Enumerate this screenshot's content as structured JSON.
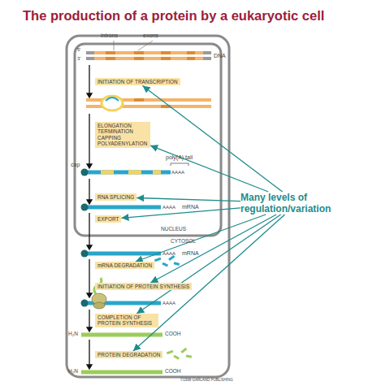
{
  "diagram": {
    "title": "The production of a protein by a eukaryotic cell",
    "nodes": [
      {
        "text": [
          "INITIATION OF TRANSCRIPTION"
        ]
      },
      {
        "text": [
          "ELONGATION TERMINATION CAPPING POLYADENYLATION"
        ]
      },
      {
        "text": [
          "RNA SPLICING"
        ]
      },
      {
        "text": [
          "EXPORT"
        ]
      },
      {
        "text": [
          "mRNA DEGRADATION"
        ]
      },
      {
        "text": [
          "INITIATION OF PROTEIN SYNTHESIS"
        ]
      },
      {
        "text": [
          "COMPLETION OF PROTEIN SYNTHESIS"
        ]
      },
      {
        "text": [
          "PROTEIN DEGRADATION"
        ]
      },
      {
        "text": [
          "Many levels of regulation/variation"
        ]
      }
    ],
    "edges": [
      {
        "from": 8,
        "to": 0,
        "arrow": "to"
      },
      {
        "from": 8,
        "to": 1,
        "arrow": "to"
      },
      {
        "from": 8,
        "to": 2,
        "arrow": "to"
      },
      {
        "from": 8,
        "to": 3,
        "arrow": "to"
      },
      {
        "from": 8,
        "to": 4,
        "arrow": "to"
      },
      {
        "from": 8,
        "to": 5,
        "arrow": "to"
      },
      {
        "from": 8,
        "to": 6,
        "arrow": "to"
      },
      {
        "from": 8,
        "to": 7,
        "arrow": "to"
      }
    ],
    "labels": [
      "introns",
      "exons",
      "DNA",
      "5'",
      "3'",
      "cap",
      "poly(A) tail",
      "AAAA",
      "AAAA",
      "mRNA",
      "NUCLEUS",
      "CYTOSOL",
      "AAAA",
      "mRNA",
      "AAAA",
      "H₂N",
      "COOH",
      "H₂N",
      "COOH",
      "©1998 GARLAND PUBLISHING"
    ]
  }
}
